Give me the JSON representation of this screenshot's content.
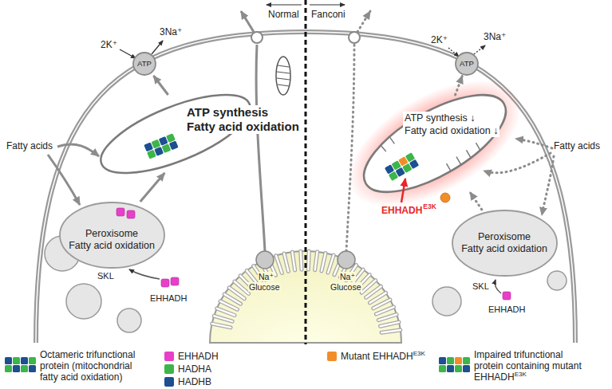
{
  "diagram": {
    "nodes": [
      {
        "text": [
          "ATP"
        ]
      },
      {
        "text": [
          "ATP synthesis",
          "Fatty acid oxidation"
        ]
      },
      {
        "text": [
          "Peroxisome",
          "Fatty acid oxidation"
        ]
      },
      {
        "text": [
          "ATP"
        ]
      },
      {
        "text": [
          "ATP synthesis ↓",
          "Fatty acid oxidation ↓"
        ]
      },
      {
        "text": [
          "Peroxisome",
          "Fatty acid oxidation"
        ]
      }
    ],
    "edges": [
      {
        "from": 1,
        "to": 0,
        "arrow": "to"
      },
      {
        "from": 2,
        "to": 1,
        "arrow": "to"
      },
      {
        "from": 4,
        "to": 3,
        "arrow": "to"
      },
      {
        "from": 5,
        "to": 4,
        "arrow": "to"
      }
    ],
    "labels": [
      "Normal",
      "Fanconi",
      "2K⁺",
      "3Na⁺",
      "2K⁺",
      "3Na⁺",
      "Fatty acids",
      "Fatty acids",
      "SKL",
      "EHHADH",
      "SKL",
      "EHHADH",
      "Na⁺",
      "Glucose",
      "Na⁺",
      "Glucose",
      "EHHADH",
      "E3K",
      "E3K",
      "E3K"
    ],
    "legend": [
      {
        "text": "Octameric trifunctional protein (mitochondrial fatty acid oxidation)"
      },
      {
        "text": "EHHADH",
        "color": "#e83fc8"
      },
      {
        "text": "HADHA",
        "color": "#3cb54a"
      },
      {
        "text": "HADHB",
        "color": "#1d4f91"
      },
      {
        "text": "Mutant EHHADH",
        "color": "#f28c28"
      },
      {
        "text": "Impaired trifunctional protein containing mutant EHHADH"
      }
    ]
  }
}
